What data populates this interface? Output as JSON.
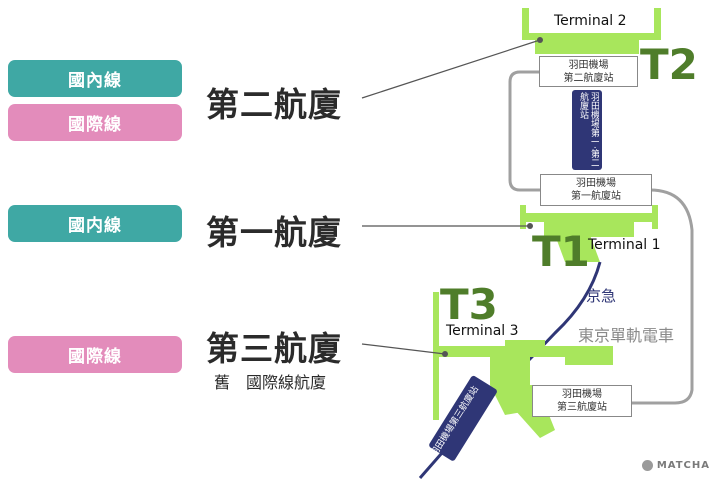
{
  "legend": {
    "terminal2": {
      "domestic": "國內線",
      "international": "國際線",
      "name": "第二航廈"
    },
    "terminal1": {
      "domestic": "國内線",
      "name": "第一航廈"
    },
    "terminal3": {
      "international": "國際線",
      "name": "第三航廈",
      "former": "舊　國際線航廈"
    }
  },
  "terminals": {
    "t2": {
      "code": "T2",
      "label": "Terminal 2"
    },
    "t1": {
      "code": "T1",
      "label": "Terminal 1"
    },
    "t3": {
      "code": "T3",
      "label": "Terminal 3"
    }
  },
  "monorail_stations": {
    "t2": {
      "line1": "羽田機場",
      "line2": "第二航廈站"
    },
    "t1": {
      "line1": "羽田機場",
      "line2": "第一航廈站"
    },
    "t3": {
      "line1": "羽田機場",
      "line2": "第三航廈站"
    }
  },
  "keikyu_stations": {
    "t1t2": "羽田機場第一·第二航廈站",
    "t3": "羽田機場第三航廈站"
  },
  "lines": {
    "keikyu": "京急",
    "monorail": "東京單軌電車"
  },
  "brand": "MATCHA",
  "colors": {
    "domestic": "#3fa8a4",
    "international": "#e38cbb",
    "terminal_fill": "#a8e65c",
    "terminal_code": "#4f7d2a",
    "keikyu": "#2f3676",
    "monorail": "#9a9a9a"
  }
}
